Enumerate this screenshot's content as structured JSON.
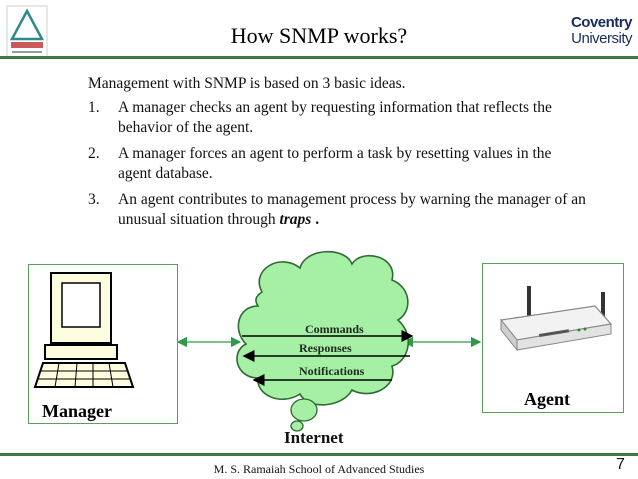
{
  "header": {
    "title": "How SNMP works?",
    "right_logo": {
      "line1": "Coventry",
      "line2": "University"
    }
  },
  "content": {
    "intro": "Management with SNMP is based on 3 basic ideas.",
    "items": [
      {
        "num": "1.",
        "text": "A manager checks an agent by requesting information that reflects the behavior of the agent."
      },
      {
        "num": "2.",
        "text": "A manager forces an agent to perform a task by resetting values in the agent database."
      },
      {
        "num": "3.",
        "text_before": "An agent contributes to management process by warning the manager of an unusual situation through ",
        "emphasis": "traps",
        "text_after": " ."
      }
    ]
  },
  "diagram": {
    "manager_label": "Manager",
    "agent_label": "Agent",
    "network_label": "Internet",
    "messages": {
      "commands": "Commands",
      "responses": "Responses",
      "notifications": "Notifications"
    },
    "colors": {
      "cloud_fill": "#a6f0a6",
      "cloud_stroke": "#2f6a35",
      "connector": "#2f9a4a"
    }
  },
  "footer": {
    "text": "M. S. Ramaiah School of Advanced Studies",
    "page_number": "7"
  }
}
